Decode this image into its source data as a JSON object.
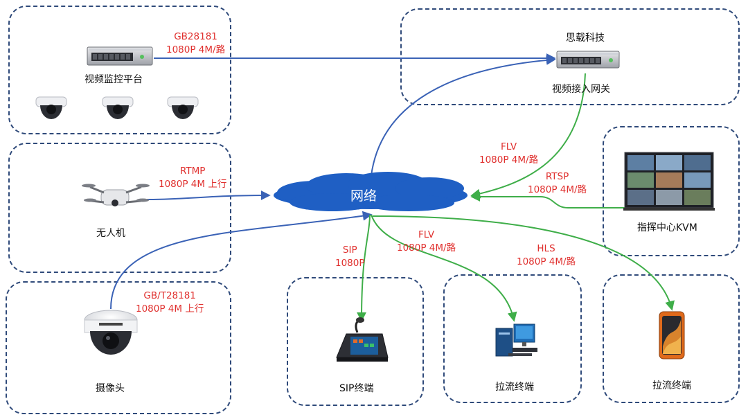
{
  "nodes": {
    "video_platform": "视频监控平台",
    "siza_company": "思载科技",
    "gateway": "视频接入网关",
    "drone": "无人机",
    "camera": "摄像头",
    "network": "网络",
    "kvm": "指挥中心KVM",
    "sip_terminal": "SIP终端",
    "pull_terminal_pc": "拉流终端",
    "pull_terminal_phone": "拉流终端"
  },
  "edges": {
    "gb28181": [
      "GB28181",
      "1080P 4M/路"
    ],
    "flv_gateway": [
      "FLV",
      "1080P 4M/路"
    ],
    "rtmp": [
      "RTMP",
      "1080P 4M 上行"
    ],
    "rtsp": [
      "RTSP",
      "1080P 4M/路"
    ],
    "gbt28181": [
      "GB/T28181",
      "1080P 4M 上行"
    ],
    "sip": [
      "SIP",
      "1080P"
    ],
    "flv_pc": [
      "FLV",
      "1080P 4M/路"
    ],
    "hls": [
      "HLS",
      "1080P 4M/路"
    ]
  },
  "colors": {
    "blue_link": "#3a62b6",
    "green_link": "#3fae49",
    "protocol_text": "#e0302e",
    "dashed_border": "#2f4a7a",
    "cloud": "#1f5fc4"
  }
}
